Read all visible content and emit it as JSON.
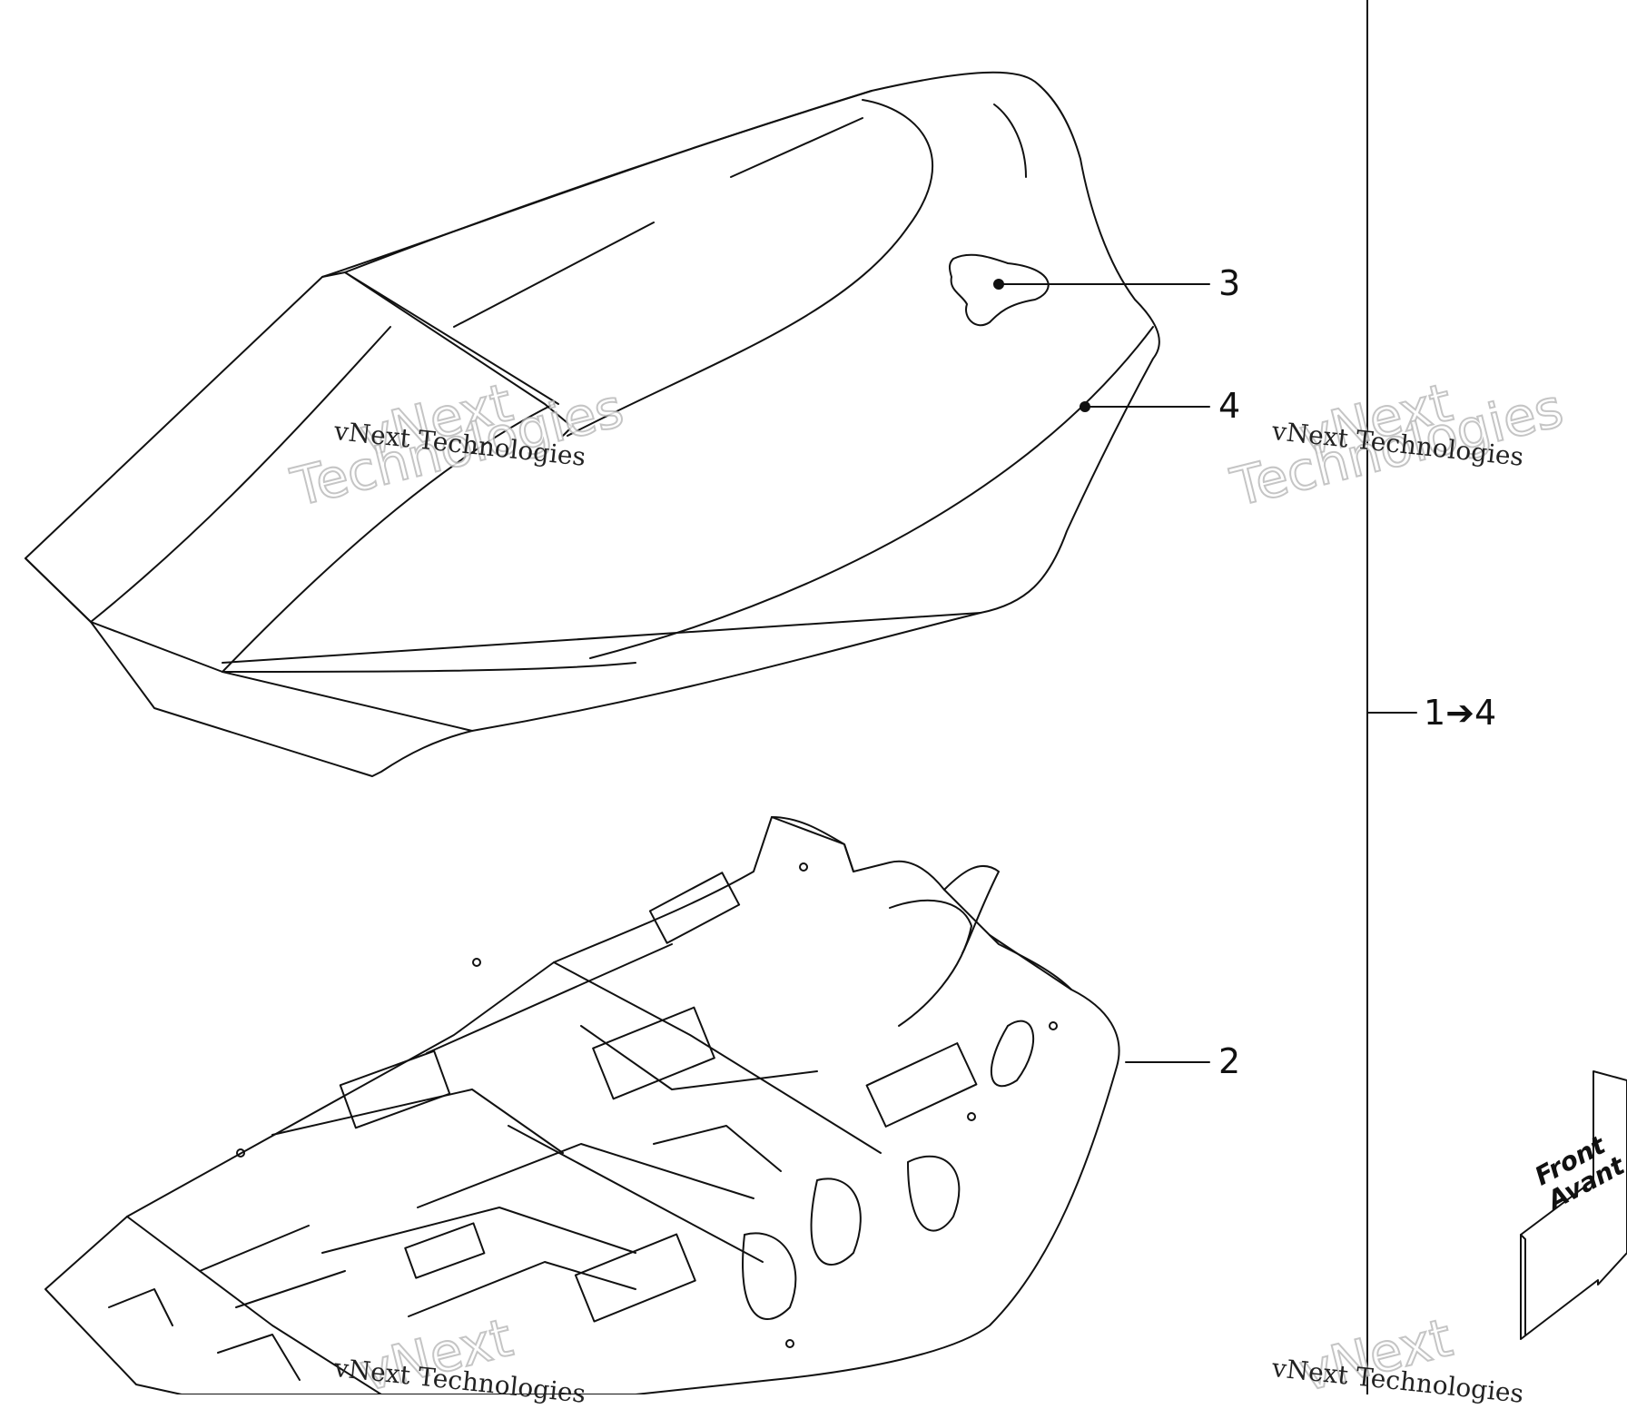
{
  "callouts": {
    "part_2": "2",
    "part_3": "3",
    "part_4": "4",
    "assembly": "1➔4"
  },
  "watermark": {
    "small": "vNext Technologies",
    "big_line1": "vNext",
    "big_line2": "Technologies"
  },
  "direction_arrow": {
    "line1": "Front",
    "line2": "Avant"
  },
  "colors": {
    "line": "#111111",
    "background": "#ffffff",
    "watermark_outline": "#bbbbbb"
  }
}
